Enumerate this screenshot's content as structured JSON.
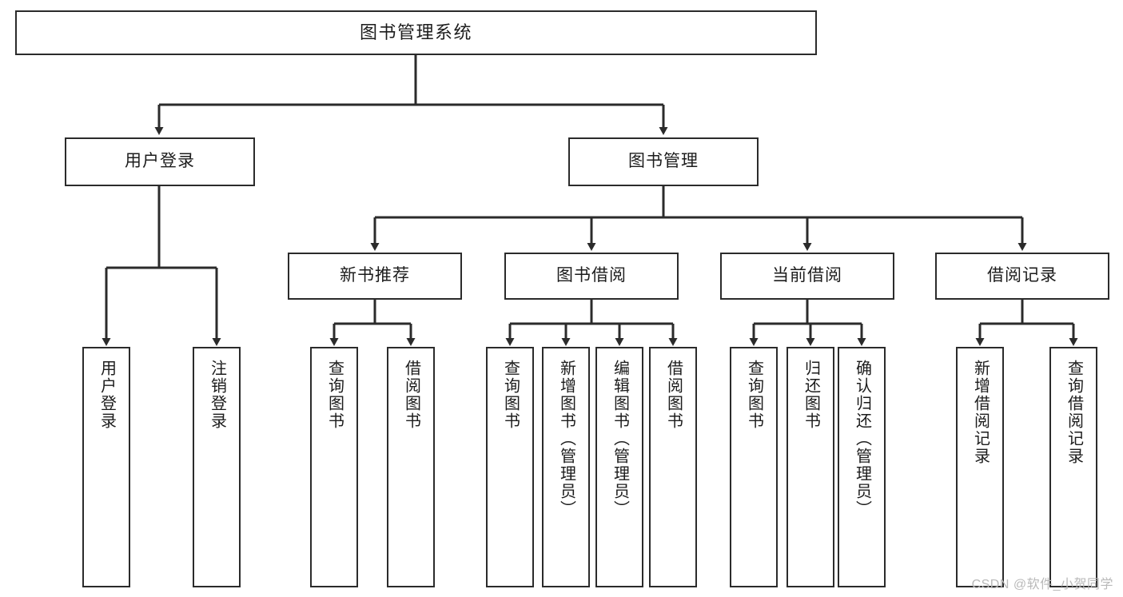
{
  "diagram": {
    "title": "图书管理系统",
    "type": "tree-hierarchy",
    "watermark": "CSDN @软件_小贺同学",
    "colors": {
      "stroke": "#2b2b2b",
      "fill": "#ffffff",
      "text": "#1c1c1c",
      "watermark": "#b9b9b9"
    },
    "nodes": {
      "root": {
        "label": "图书管理系统"
      },
      "level2": [
        {
          "id": "user-login",
          "label": "用户登录"
        },
        {
          "id": "book-manage",
          "label": "图书管理"
        }
      ],
      "level3": [
        {
          "id": "new-book-rec",
          "label": "新书推荐"
        },
        {
          "id": "book-borrow",
          "label": "图书借阅"
        },
        {
          "id": "current-borrow",
          "label": "当前借阅"
        },
        {
          "id": "borrow-record",
          "label": "借阅记录"
        }
      ],
      "leaves": {
        "user-login": [
          {
            "id": "leaf-user-login",
            "label": "用户登录"
          },
          {
            "id": "leaf-logout",
            "label": "注销登录"
          }
        ],
        "new-book-rec": [
          {
            "id": "leaf-query-book-1",
            "label": "查询图书"
          },
          {
            "id": "leaf-borrow-book-1",
            "label": "借阅图书"
          }
        ],
        "book-borrow": [
          {
            "id": "leaf-query-book-2",
            "label": "查询图书"
          },
          {
            "id": "leaf-add-book",
            "label": "新增图书（管理员）"
          },
          {
            "id": "leaf-edit-book",
            "label": "编辑图书（管理员）"
          },
          {
            "id": "leaf-borrow-book-2",
            "label": "借阅图书"
          }
        ],
        "current-borrow": [
          {
            "id": "leaf-query-book-3",
            "label": "查询图书"
          },
          {
            "id": "leaf-return-book",
            "label": "归还图书"
          },
          {
            "id": "leaf-confirm-return",
            "label": "确认归还（管理员）"
          }
        ],
        "borrow-record": [
          {
            "id": "leaf-add-record",
            "label": "新增借阅记录"
          },
          {
            "id": "leaf-query-record",
            "label": "查询借阅记录"
          }
        ]
      }
    }
  }
}
